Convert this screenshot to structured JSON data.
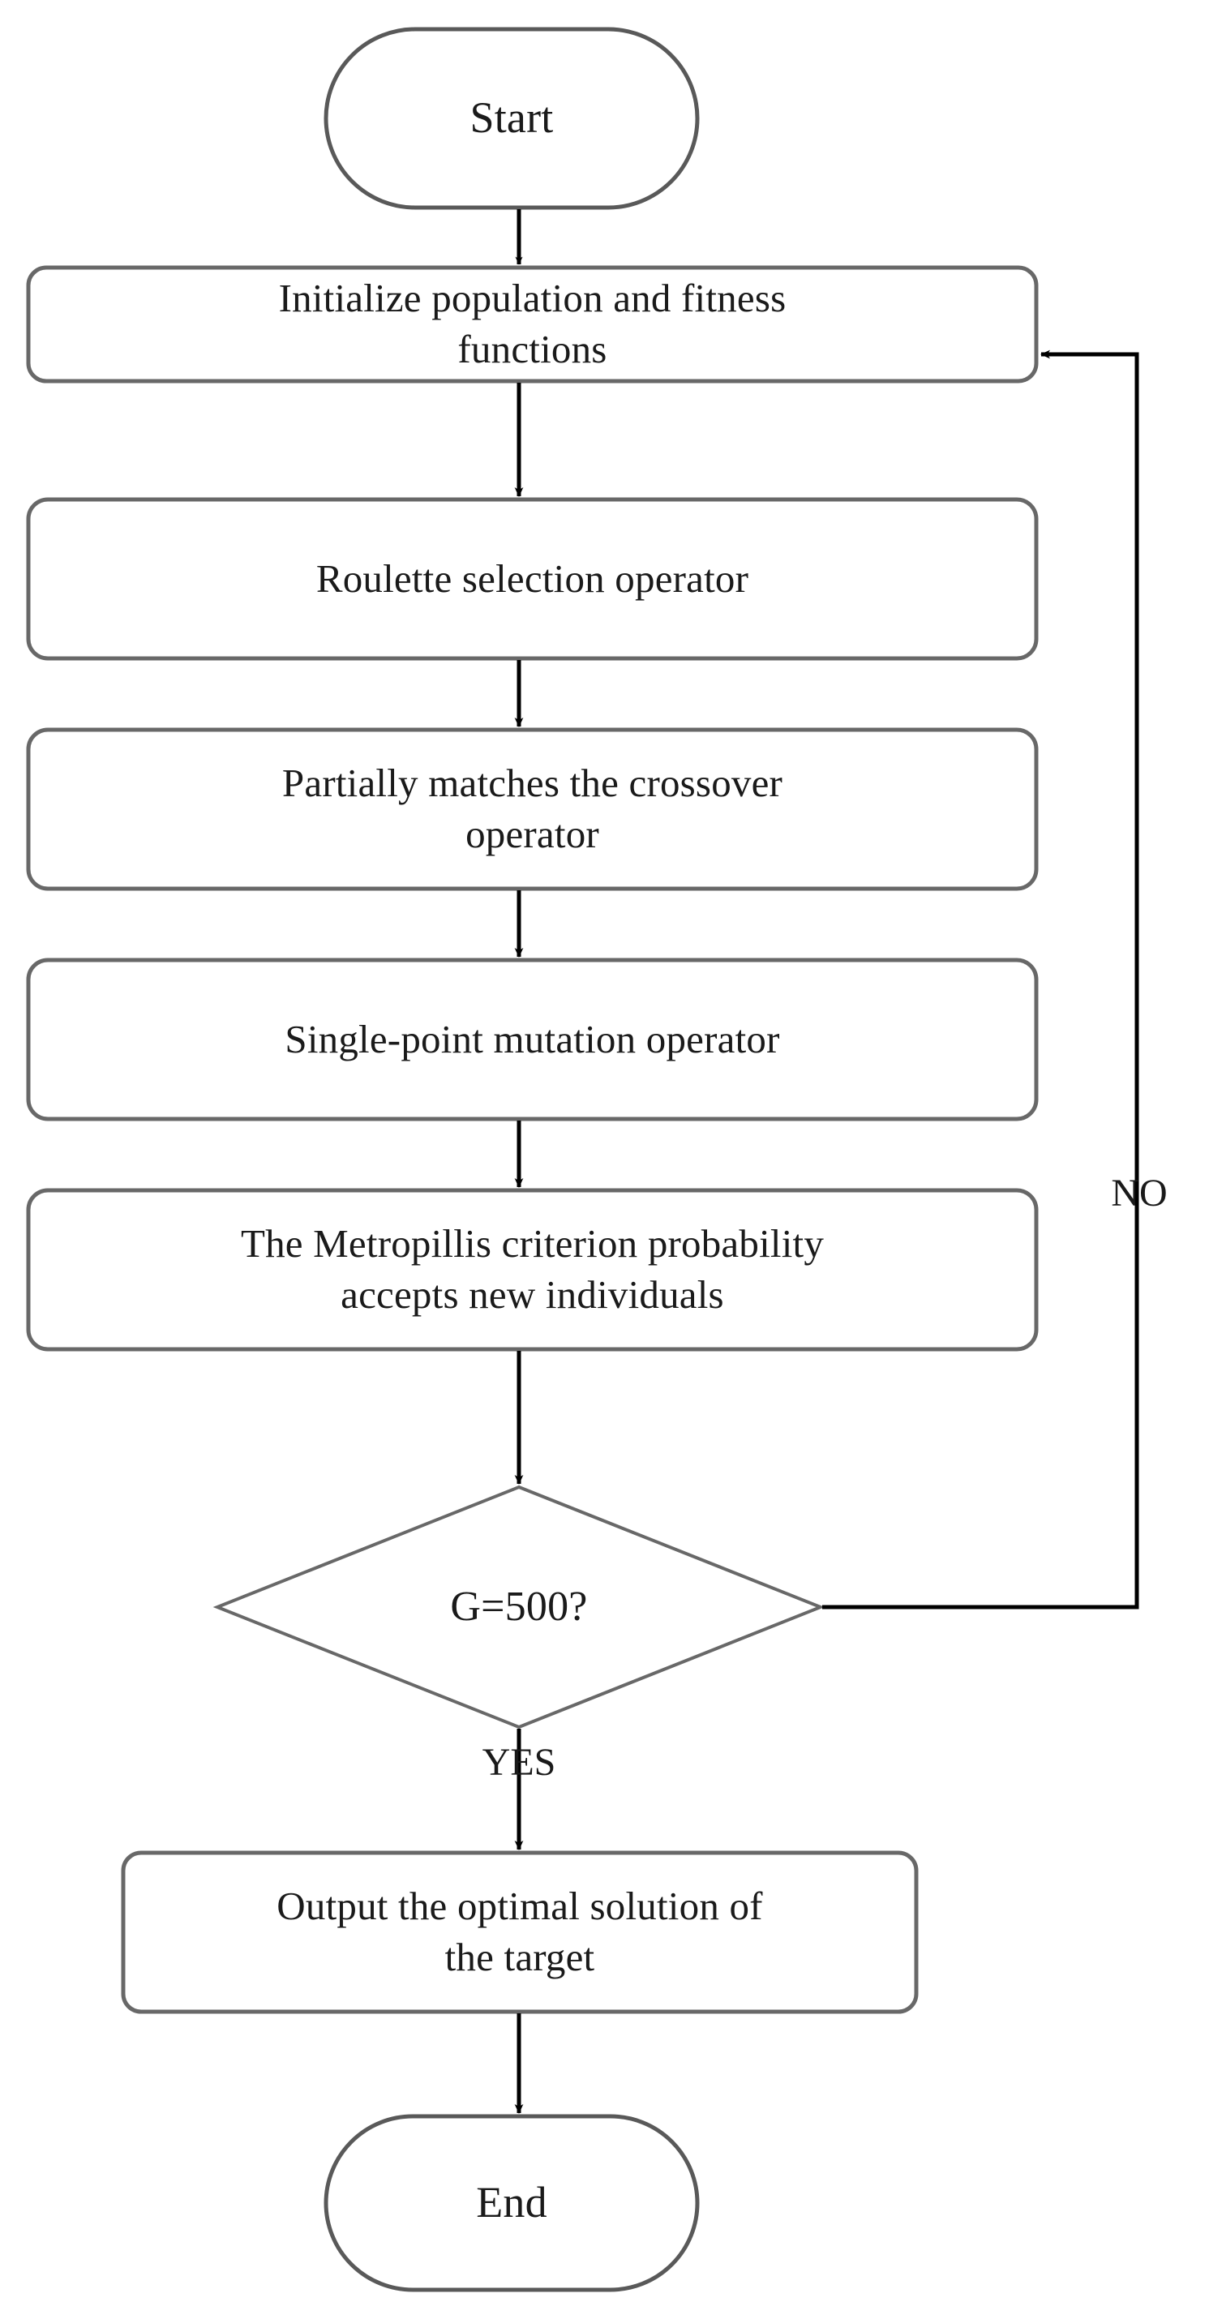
{
  "diagram": {
    "type": "flowchart",
    "title": "Genetic algorithm with Metropolis criterion flowchart",
    "stroke_color": "#595959",
    "arrow_color": "#000000",
    "text_color": "#1a1a1a",
    "background": "#ffffff"
  },
  "nodes": {
    "start": {
      "label": "Start",
      "shape": "terminator-oval"
    },
    "initialize": {
      "label": "Initialize population and fitness\nfunctions",
      "shape": "rounded-rect"
    },
    "selection": {
      "label": "Roulette selection operator",
      "shape": "rounded-rect"
    },
    "crossover": {
      "label": "Partially matches the crossover\noperator",
      "shape": "rounded-rect"
    },
    "mutation": {
      "label": "Single-point mutation operator",
      "shape": "rounded-rect"
    },
    "metropolis": {
      "label": "The Metropillis criterion probability\naccepts new individuals",
      "shape": "rounded-rect"
    },
    "decision": {
      "label": "G=500?",
      "shape": "diamond"
    },
    "output": {
      "label": "Output the optimal solution of\nthe target",
      "shape": "rounded-rect"
    },
    "end": {
      "label": "End",
      "shape": "terminator-oval"
    }
  },
  "edges": {
    "no_label": "NO",
    "yes_label": "YES"
  }
}
